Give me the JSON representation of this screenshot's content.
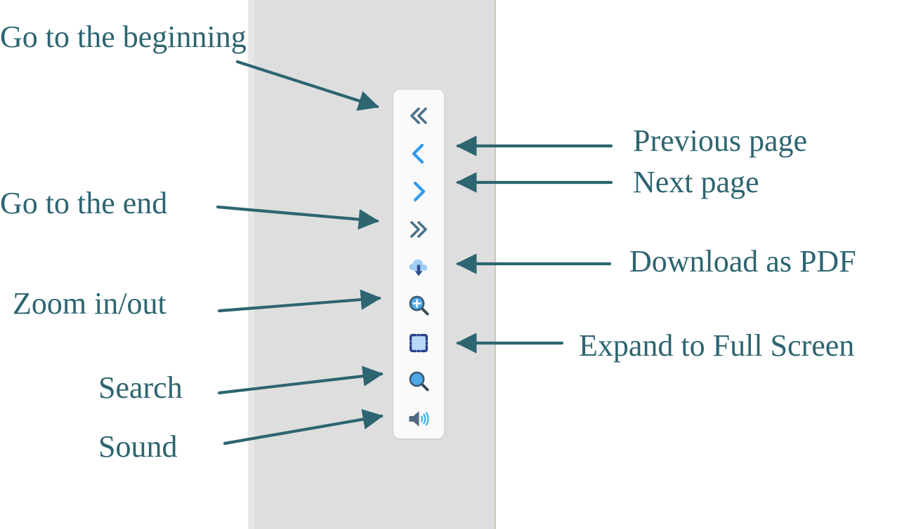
{
  "diagram": {
    "title": "PDF flipbook viewer toolbar annotations",
    "accent_color": "#2d6571",
    "page_band_color": "#dedede",
    "page_band_edge_color": "#cbc8bd",
    "toolbar_background": "#fafafa",
    "icon_blue_bright": "#2e9bef",
    "icon_blue_dark": "#2f4f8f",
    "icon_slate": "#4a6f8a",
    "icon_blue_light": "#9fcdf5"
  },
  "toolbar": {
    "name": "pdf-viewer-toolbar",
    "buttons": [
      {
        "id": "go-to-beginning",
        "icon": "double-chevron-left-icon",
        "label": "Go to the beginning"
      },
      {
        "id": "previous-page",
        "icon": "chevron-left-icon",
        "label": "Previous page"
      },
      {
        "id": "next-page",
        "icon": "chevron-right-icon",
        "label": "Next page"
      },
      {
        "id": "go-to-end",
        "icon": "double-chevron-right-icon",
        "label": "Go to the end"
      },
      {
        "id": "download-pdf",
        "icon": "cloud-download-icon",
        "label": "Download as PDF"
      },
      {
        "id": "zoom",
        "icon": "magnifier-plus-icon",
        "label": "Zoom in/out"
      },
      {
        "id": "full-screen",
        "icon": "expand-brackets-icon",
        "label": "Expand to Full Screen"
      },
      {
        "id": "search",
        "icon": "magnifier-icon",
        "label": "Search"
      },
      {
        "id": "sound",
        "icon": "speaker-icon",
        "label": "Sound"
      }
    ]
  },
  "annotations": [
    {
      "id": "annotation-go-to-beginning",
      "text": "Go to the beginning",
      "side": "left"
    },
    {
      "id": "annotation-previous-page",
      "text": "Previous page",
      "side": "right"
    },
    {
      "id": "annotation-next-page",
      "text": "Next page",
      "side": "right"
    },
    {
      "id": "annotation-go-to-end",
      "text": "Go to the end",
      "side": "left"
    },
    {
      "id": "annotation-download-pdf",
      "text": "Download as PDF",
      "side": "right"
    },
    {
      "id": "annotation-zoom",
      "text": "Zoom in/out",
      "side": "left"
    },
    {
      "id": "annotation-full-screen",
      "text": "Expand to Full Screen",
      "side": "right"
    },
    {
      "id": "annotation-search",
      "text": "Search",
      "side": "left"
    },
    {
      "id": "annotation-sound",
      "text": "Sound",
      "side": "left"
    }
  ]
}
